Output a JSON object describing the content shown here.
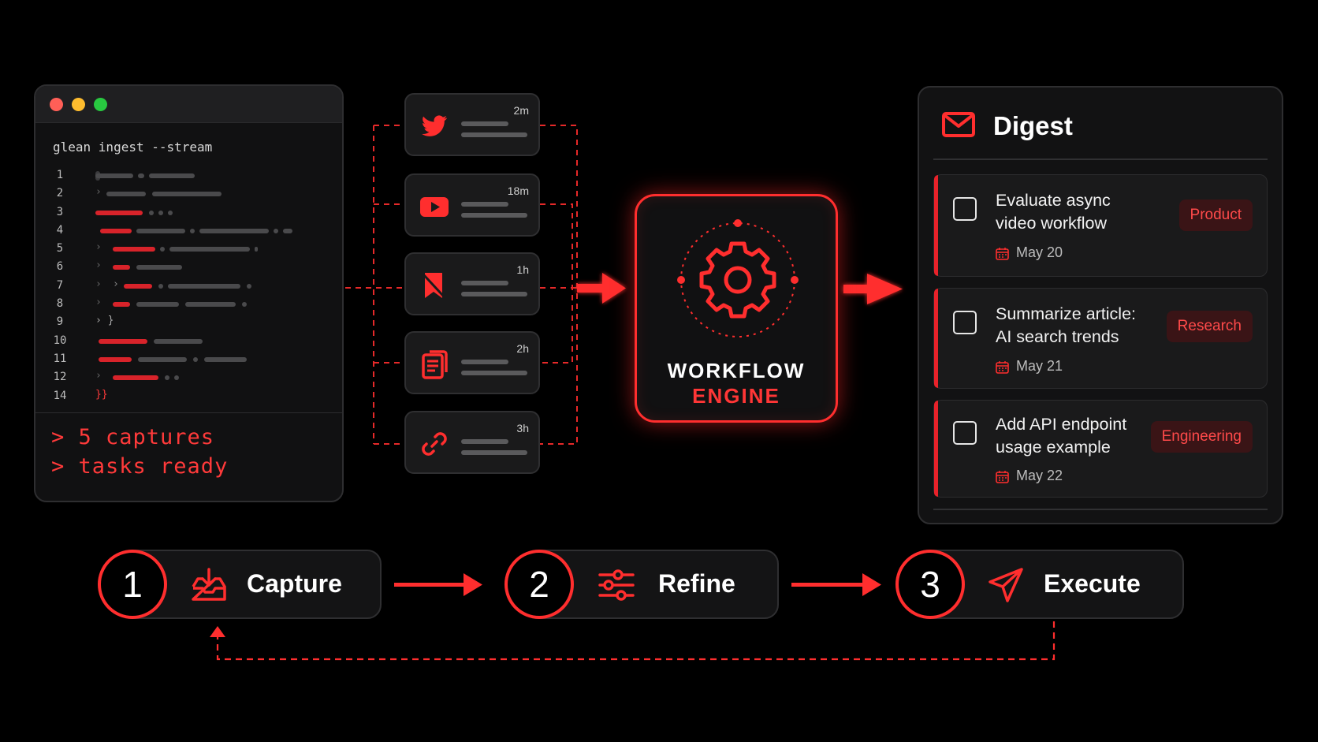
{
  "terminal": {
    "command": "glean ingest --stream",
    "line_numbers": [
      "1",
      "2",
      "3",
      "4",
      "5",
      "6",
      "7",
      "8",
      "9",
      "10",
      "11",
      "12",
      "14"
    ],
    "output": [
      "> 5 captures",
      "> tasks ready"
    ]
  },
  "sources": [
    {
      "icon": "twitter-icon",
      "time": "2m"
    },
    {
      "icon": "youtube-icon",
      "time": "18m"
    },
    {
      "icon": "bookmark-icon",
      "time": "1h"
    },
    {
      "icon": "document-icon",
      "time": "2h"
    },
    {
      "icon": "link-icon",
      "time": "3h"
    }
  ],
  "engine": {
    "line1": "WORKFLOW",
    "line2": "ENGINE"
  },
  "digest": {
    "title": "Digest",
    "tasks": [
      {
        "title": "Evaluate async video workflow",
        "date": "May 20",
        "tag": "Product"
      },
      {
        "title": "Summarize article: AI search trends",
        "date": "May 21",
        "tag": "Research"
      },
      {
        "title": "Add API endpoint usage example",
        "date": "May 22",
        "tag": "Engineering"
      }
    ]
  },
  "steps": [
    {
      "number": "1",
      "label": "Capture",
      "icon": "inbox-download-icon"
    },
    {
      "number": "2",
      "label": "Refine",
      "icon": "sliders-icon"
    },
    {
      "number": "3",
      "label": "Execute",
      "icon": "send-icon"
    }
  ],
  "colors": {
    "accent": "#ff2e2e",
    "background": "#000000",
    "card": "#1a1a1b",
    "tag_bg": "#3a1416"
  }
}
